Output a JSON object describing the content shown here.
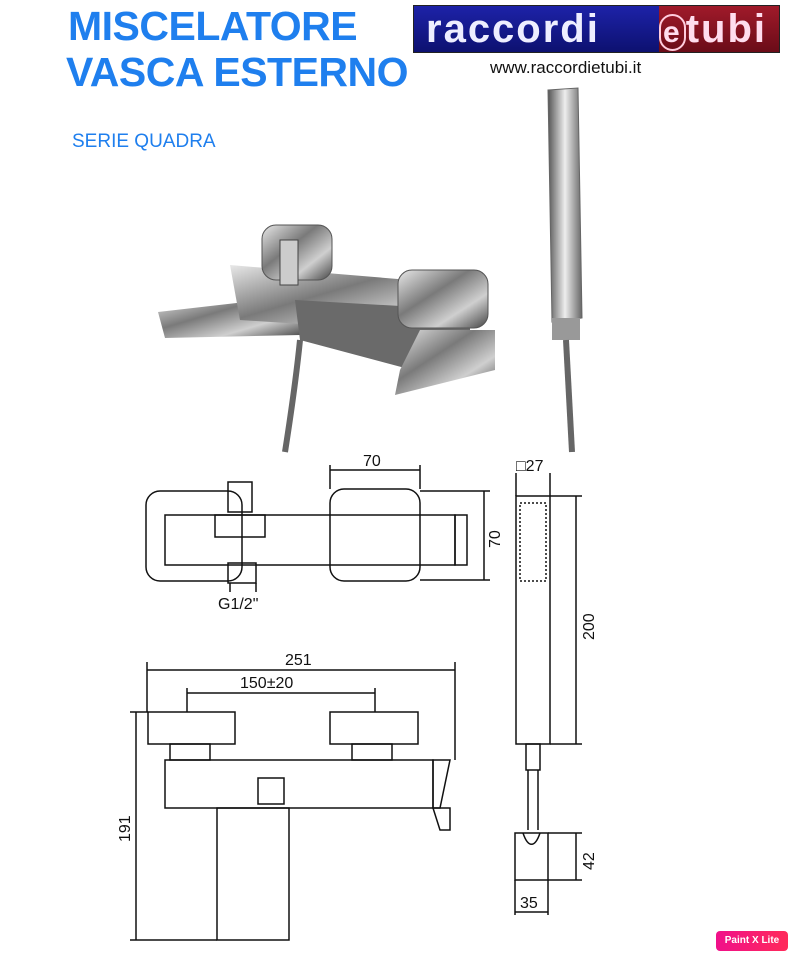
{
  "header": {
    "title_line1": "MISCELATORE",
    "title_line2": "VASCA ESTERNO",
    "series": "SERIE QUADRA"
  },
  "brand": {
    "logo_text_part1": "raccordi",
    "logo_text_part2": "e",
    "logo_text_part3": "tubi",
    "url": "www.raccordietubi.it"
  },
  "drawing": {
    "top_view": {
      "handle_width": "70",
      "handle_depth": "70",
      "connection": "G1/2\""
    },
    "front_view": {
      "total_width": "251",
      "center_distance": "150±20",
      "height": "191"
    },
    "hand_shower": {
      "section": "□27",
      "length": "200",
      "holder_height": "42",
      "holder_width": "35"
    }
  },
  "badge": {
    "label": "Paint X Lite"
  },
  "colors": {
    "title": "#1f7fee",
    "logo_blue": "#1d22a8",
    "logo_red": "#a01a2a",
    "badge": "#f0108a"
  }
}
